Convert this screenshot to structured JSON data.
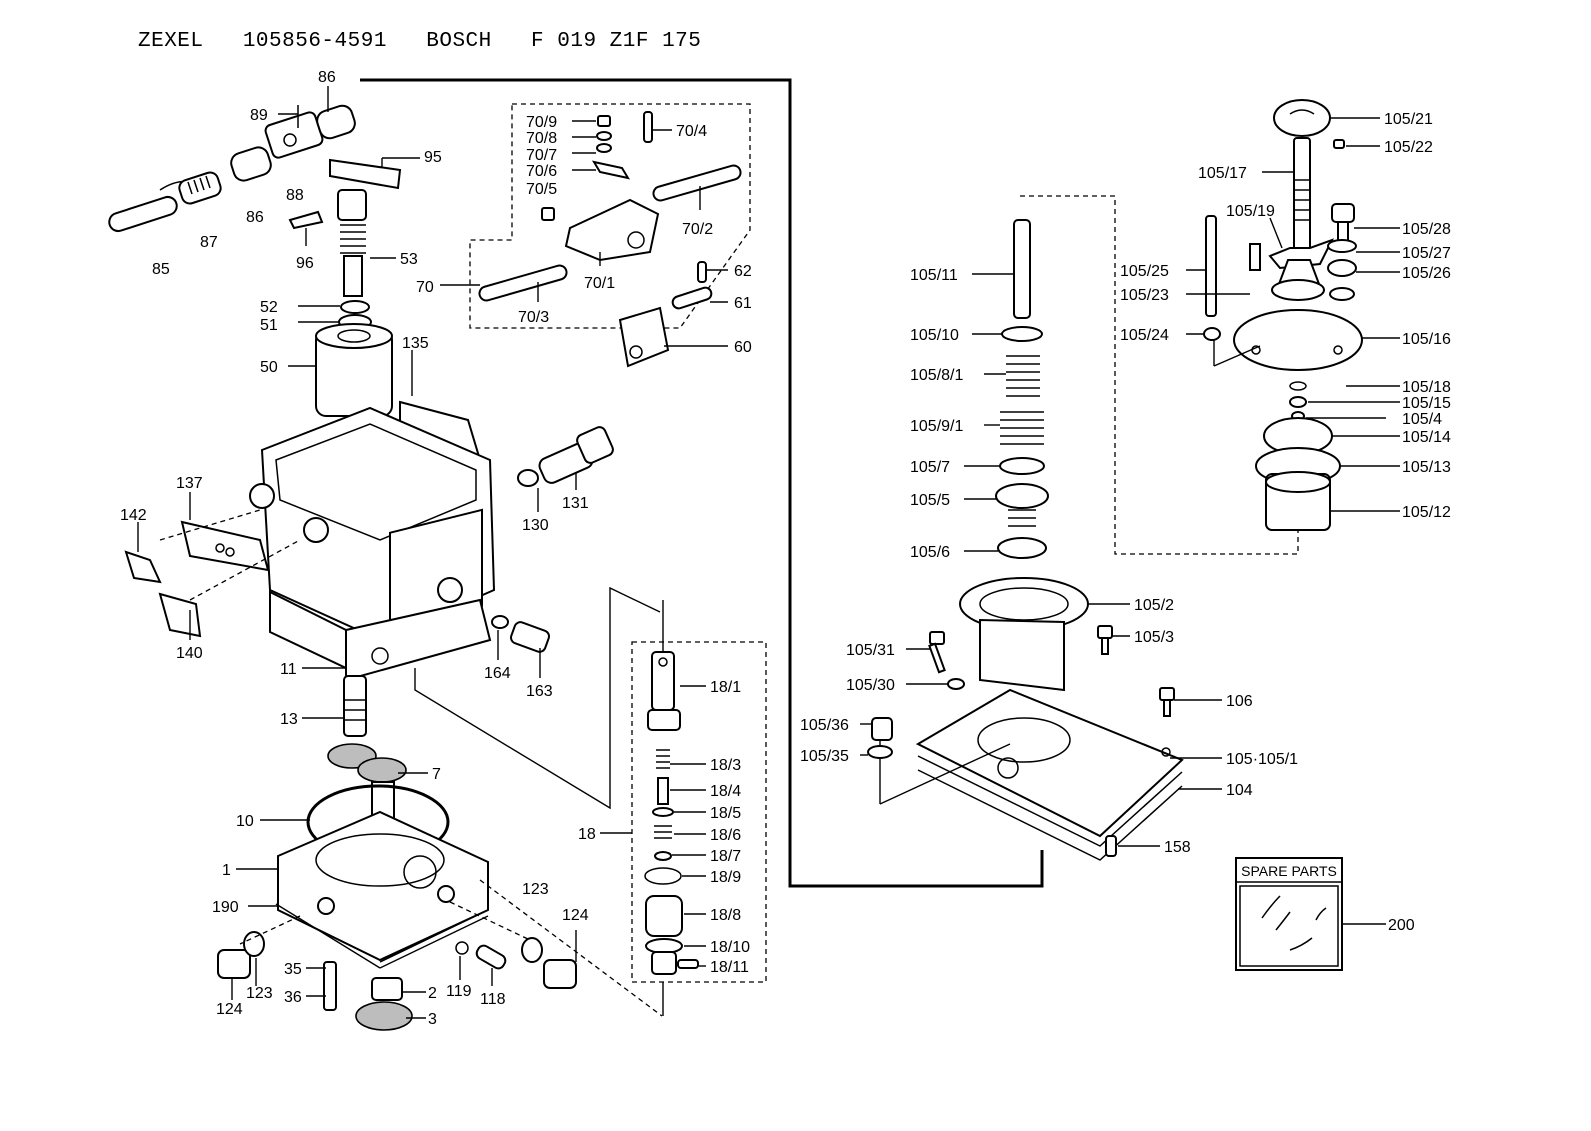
{
  "header": {
    "title": "ZEXEL   105856-4591   BOSCH   F 019 Z1F 175"
  },
  "spare_parts_box": {
    "heading": "SPARE PARTS",
    "part_number": "200"
  },
  "part_labels": [
    "86",
    "89",
    "88",
    "86",
    "87",
    "85",
    "95",
    "96",
    "53",
    "52",
    "51",
    "50",
    "135",
    "70/9",
    "70/8",
    "70/7",
    "70/6",
    "70/5",
    "70/4",
    "70/2",
    "70/1",
    "70/3",
    "70",
    "62",
    "61",
    "60",
    "131",
    "130",
    "142",
    "137",
    "140",
    "11",
    "164",
    "163",
    "13",
    "7",
    "10",
    "1",
    "190",
    "123",
    "124",
    "35",
    "36",
    "2",
    "3",
    "119",
    "118",
    "123",
    "124",
    "18",
    "18/1",
    "18/3",
    "18/4",
    "18/5",
    "18/6",
    "18/7",
    "18/9",
    "18/8",
    "18/10",
    "18/11",
    "105/11",
    "105/10",
    "105/8/1",
    "105/9/1",
    "105/7",
    "105/5",
    "105/6",
    "105/2",
    "105/3",
    "105/31",
    "105/30",
    "105/36",
    "105/35",
    "106",
    "105·105/1",
    "104",
    "158",
    "105/21",
    "105/22",
    "105/17",
    "105/19",
    "105/28",
    "105/27",
    "105/26",
    "105/25",
    "105/23",
    "105/24",
    "105/16",
    "105/18",
    "105/15",
    "105/4",
    "105/14",
    "105/13",
    "105/12"
  ]
}
